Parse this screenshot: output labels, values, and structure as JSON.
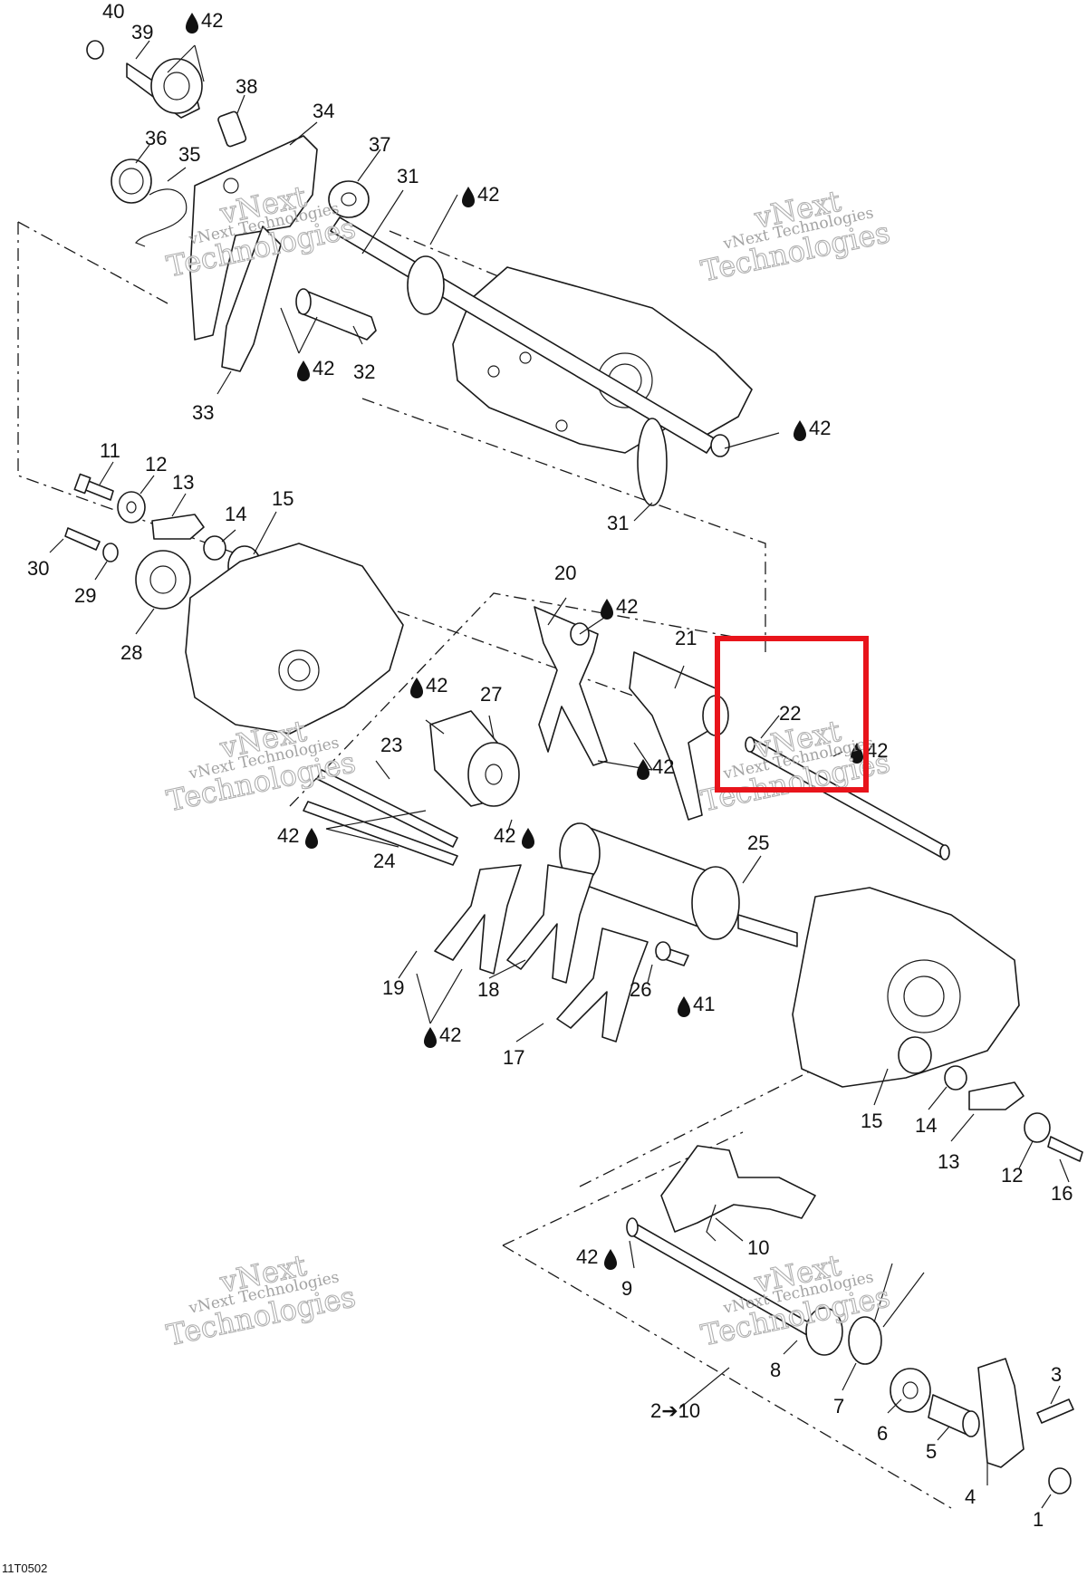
{
  "diagram": {
    "callouts": [
      "1",
      "2",
      "3",
      "4",
      "5",
      "6",
      "7",
      "8",
      "9",
      "10",
      "11",
      "12",
      "13",
      "14",
      "15",
      "16",
      "17",
      "18",
      "19",
      "20",
      "21",
      "22",
      "23",
      "24",
      "25",
      "26",
      "27",
      "28",
      "29",
      "30",
      "31",
      "32",
      "33",
      "34",
      "35",
      "36",
      "37",
      "38",
      "39",
      "40"
    ],
    "lube_42": "42",
    "lube_41": "41",
    "range_label": "2➔10",
    "figure_code": "11T0502",
    "highlight_part": "22",
    "colors": {
      "line": "#1a1a1a",
      "highlight": "#e8141b",
      "watermark": "#a8a8a8"
    }
  },
  "watermarks": [
    {
      "brand": "vNext",
      "line1": "vNext Technologies",
      "line2": "Technologies"
    }
  ]
}
